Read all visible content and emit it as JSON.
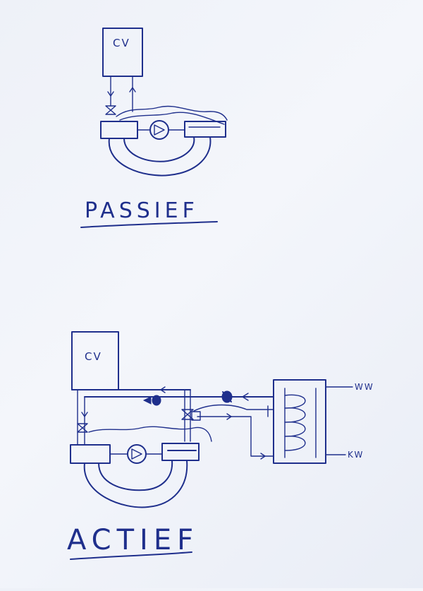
{
  "diagram": {
    "passive": {
      "boiler_label": "CV",
      "title": "PASSIEF"
    },
    "active": {
      "boiler_label": "CV",
      "title": "ACTIEF",
      "hot_water_label": "WW",
      "cold_water_label": "KW"
    },
    "ink_color": "#1f2f8c"
  }
}
